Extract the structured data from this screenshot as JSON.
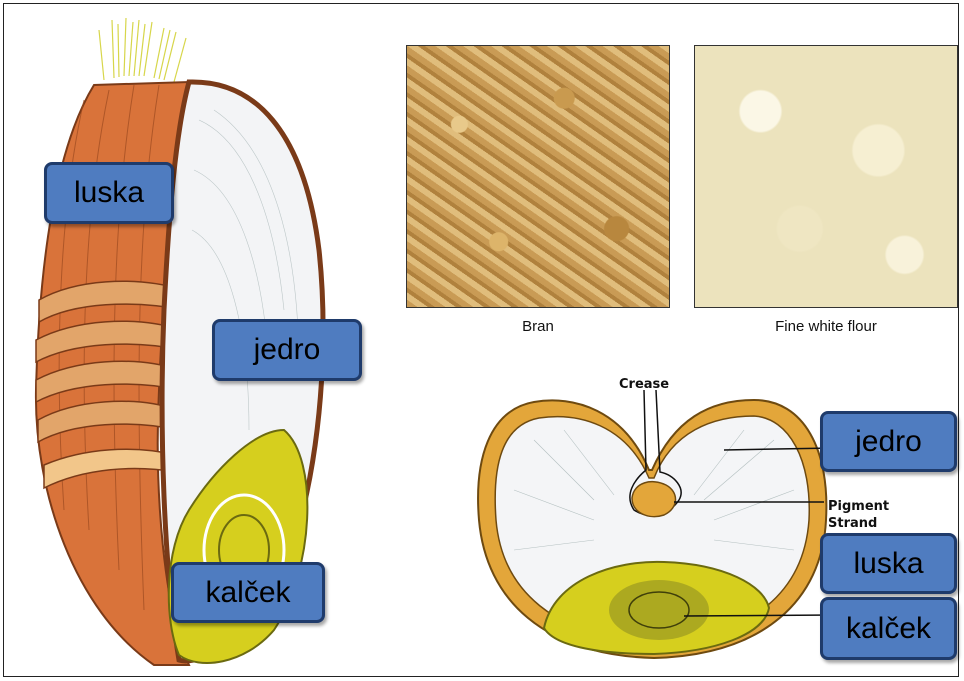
{
  "labels": {
    "left_husk": "luska",
    "left_endosperm": "jedro",
    "left_germ": "kalček",
    "right_endosperm": "jedro",
    "right_husk": "luska",
    "right_germ": "kalček"
  },
  "photos": {
    "bran_caption": "Bran",
    "flour_caption": "Fine white flour"
  },
  "cross_section": {
    "crease_label": "Crease",
    "pigment_label_1": "Pigment",
    "pigment_label_2": "Strand"
  },
  "colors": {
    "label_fill": "#4f7cc0",
    "label_border": "#1f3b6b",
    "bran_layer": "#e3a63a",
    "germ": "#d6cf1e",
    "husk_left": "#d9733a"
  }
}
